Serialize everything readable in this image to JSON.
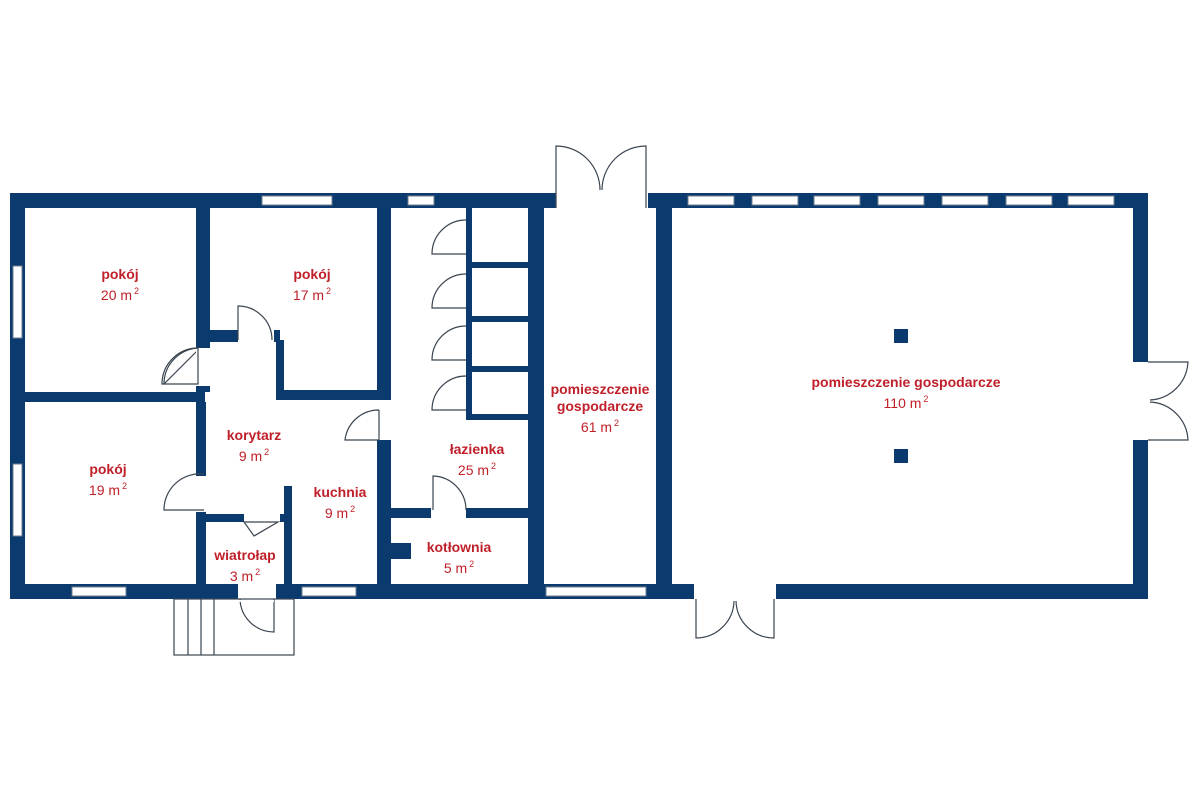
{
  "floor_plan": {
    "wall_color": "#0b3a6e",
    "label_color": "#c0202a",
    "area_unit_superscript": "2",
    "rooms": [
      {
        "id": "pokoj-1",
        "name": "pokój",
        "area": "20 m"
      },
      {
        "id": "pokoj-2",
        "name": "pokój",
        "area": "17 m"
      },
      {
        "id": "pokoj-3",
        "name": "pokój",
        "area": "19 m"
      },
      {
        "id": "korytarz",
        "name": "korytarz",
        "area": "9 m"
      },
      {
        "id": "kuchnia",
        "name": "kuchnia",
        "area": "9 m"
      },
      {
        "id": "wiatrolap",
        "name": "wiatrołap",
        "area": "3 m"
      },
      {
        "id": "lazienka",
        "name": "łazienka",
        "area": "25 m"
      },
      {
        "id": "kotlownia",
        "name": "kotłownia",
        "area": "5 m"
      },
      {
        "id": "gosp-61",
        "name_line1": "pomieszczenie",
        "name_line2": "gospodarcze",
        "area": "61 m"
      },
      {
        "id": "gosp-110",
        "name": "pomieszczenie gospodarcze",
        "area": "110 m"
      }
    ]
  }
}
